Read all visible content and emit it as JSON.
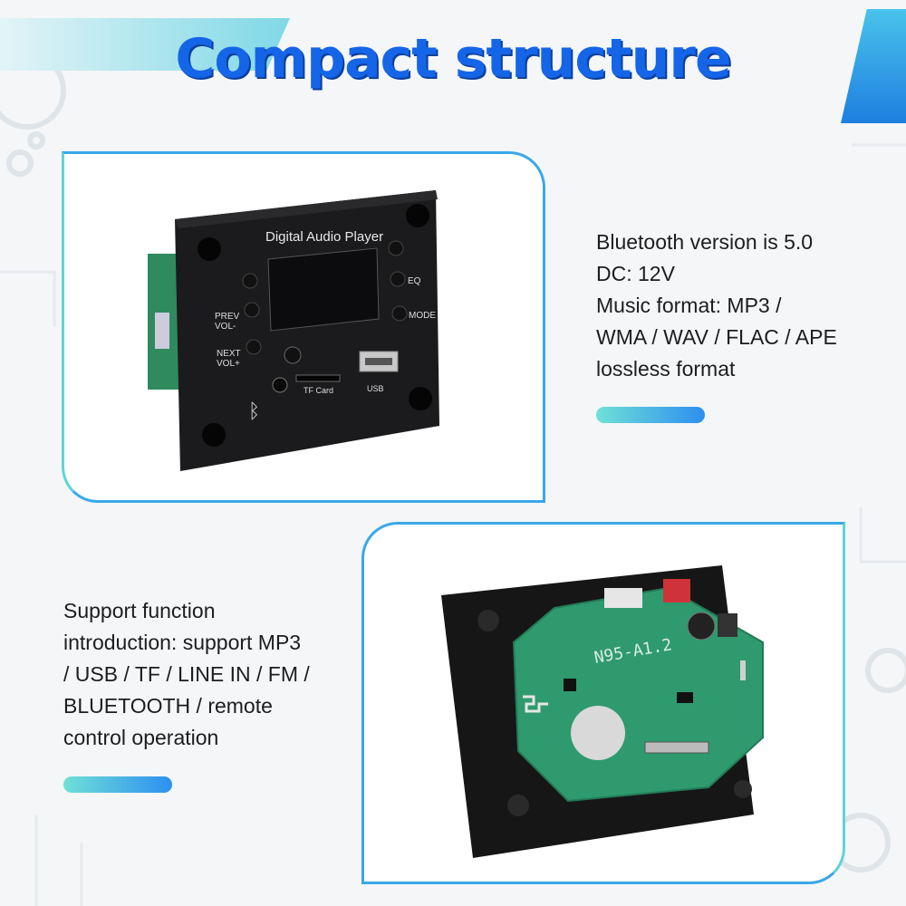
{
  "title": "Compact structure",
  "specs": {
    "lines": [
      "Bluetooth version is 5.0",
      "DC: 12V",
      "Music format: MP3 /",
      "WMA / WAV / FLAC / APE",
      "lossless format"
    ]
  },
  "functions": {
    "lines": [
      "Support function",
      "introduction: support MP3",
      "/ USB / TF / LINE IN / FM /",
      "BLUETOOTH / remote",
      "control operation"
    ]
  },
  "front_panel": {
    "header": "Digital  Audio Player",
    "prev": "PREV",
    "vol_minus": "VOL-",
    "next": "NEXT",
    "vol_plus": "VOL+",
    "eq": "EQ",
    "mode": "MODE",
    "tf_card": "TF Card",
    "usb": "USB"
  },
  "board": {
    "model": "N95-A1.2"
  },
  "colors": {
    "title": "#1565e8",
    "accent_border": "#3aa8e8",
    "pcb": "#2f9a6e"
  }
}
